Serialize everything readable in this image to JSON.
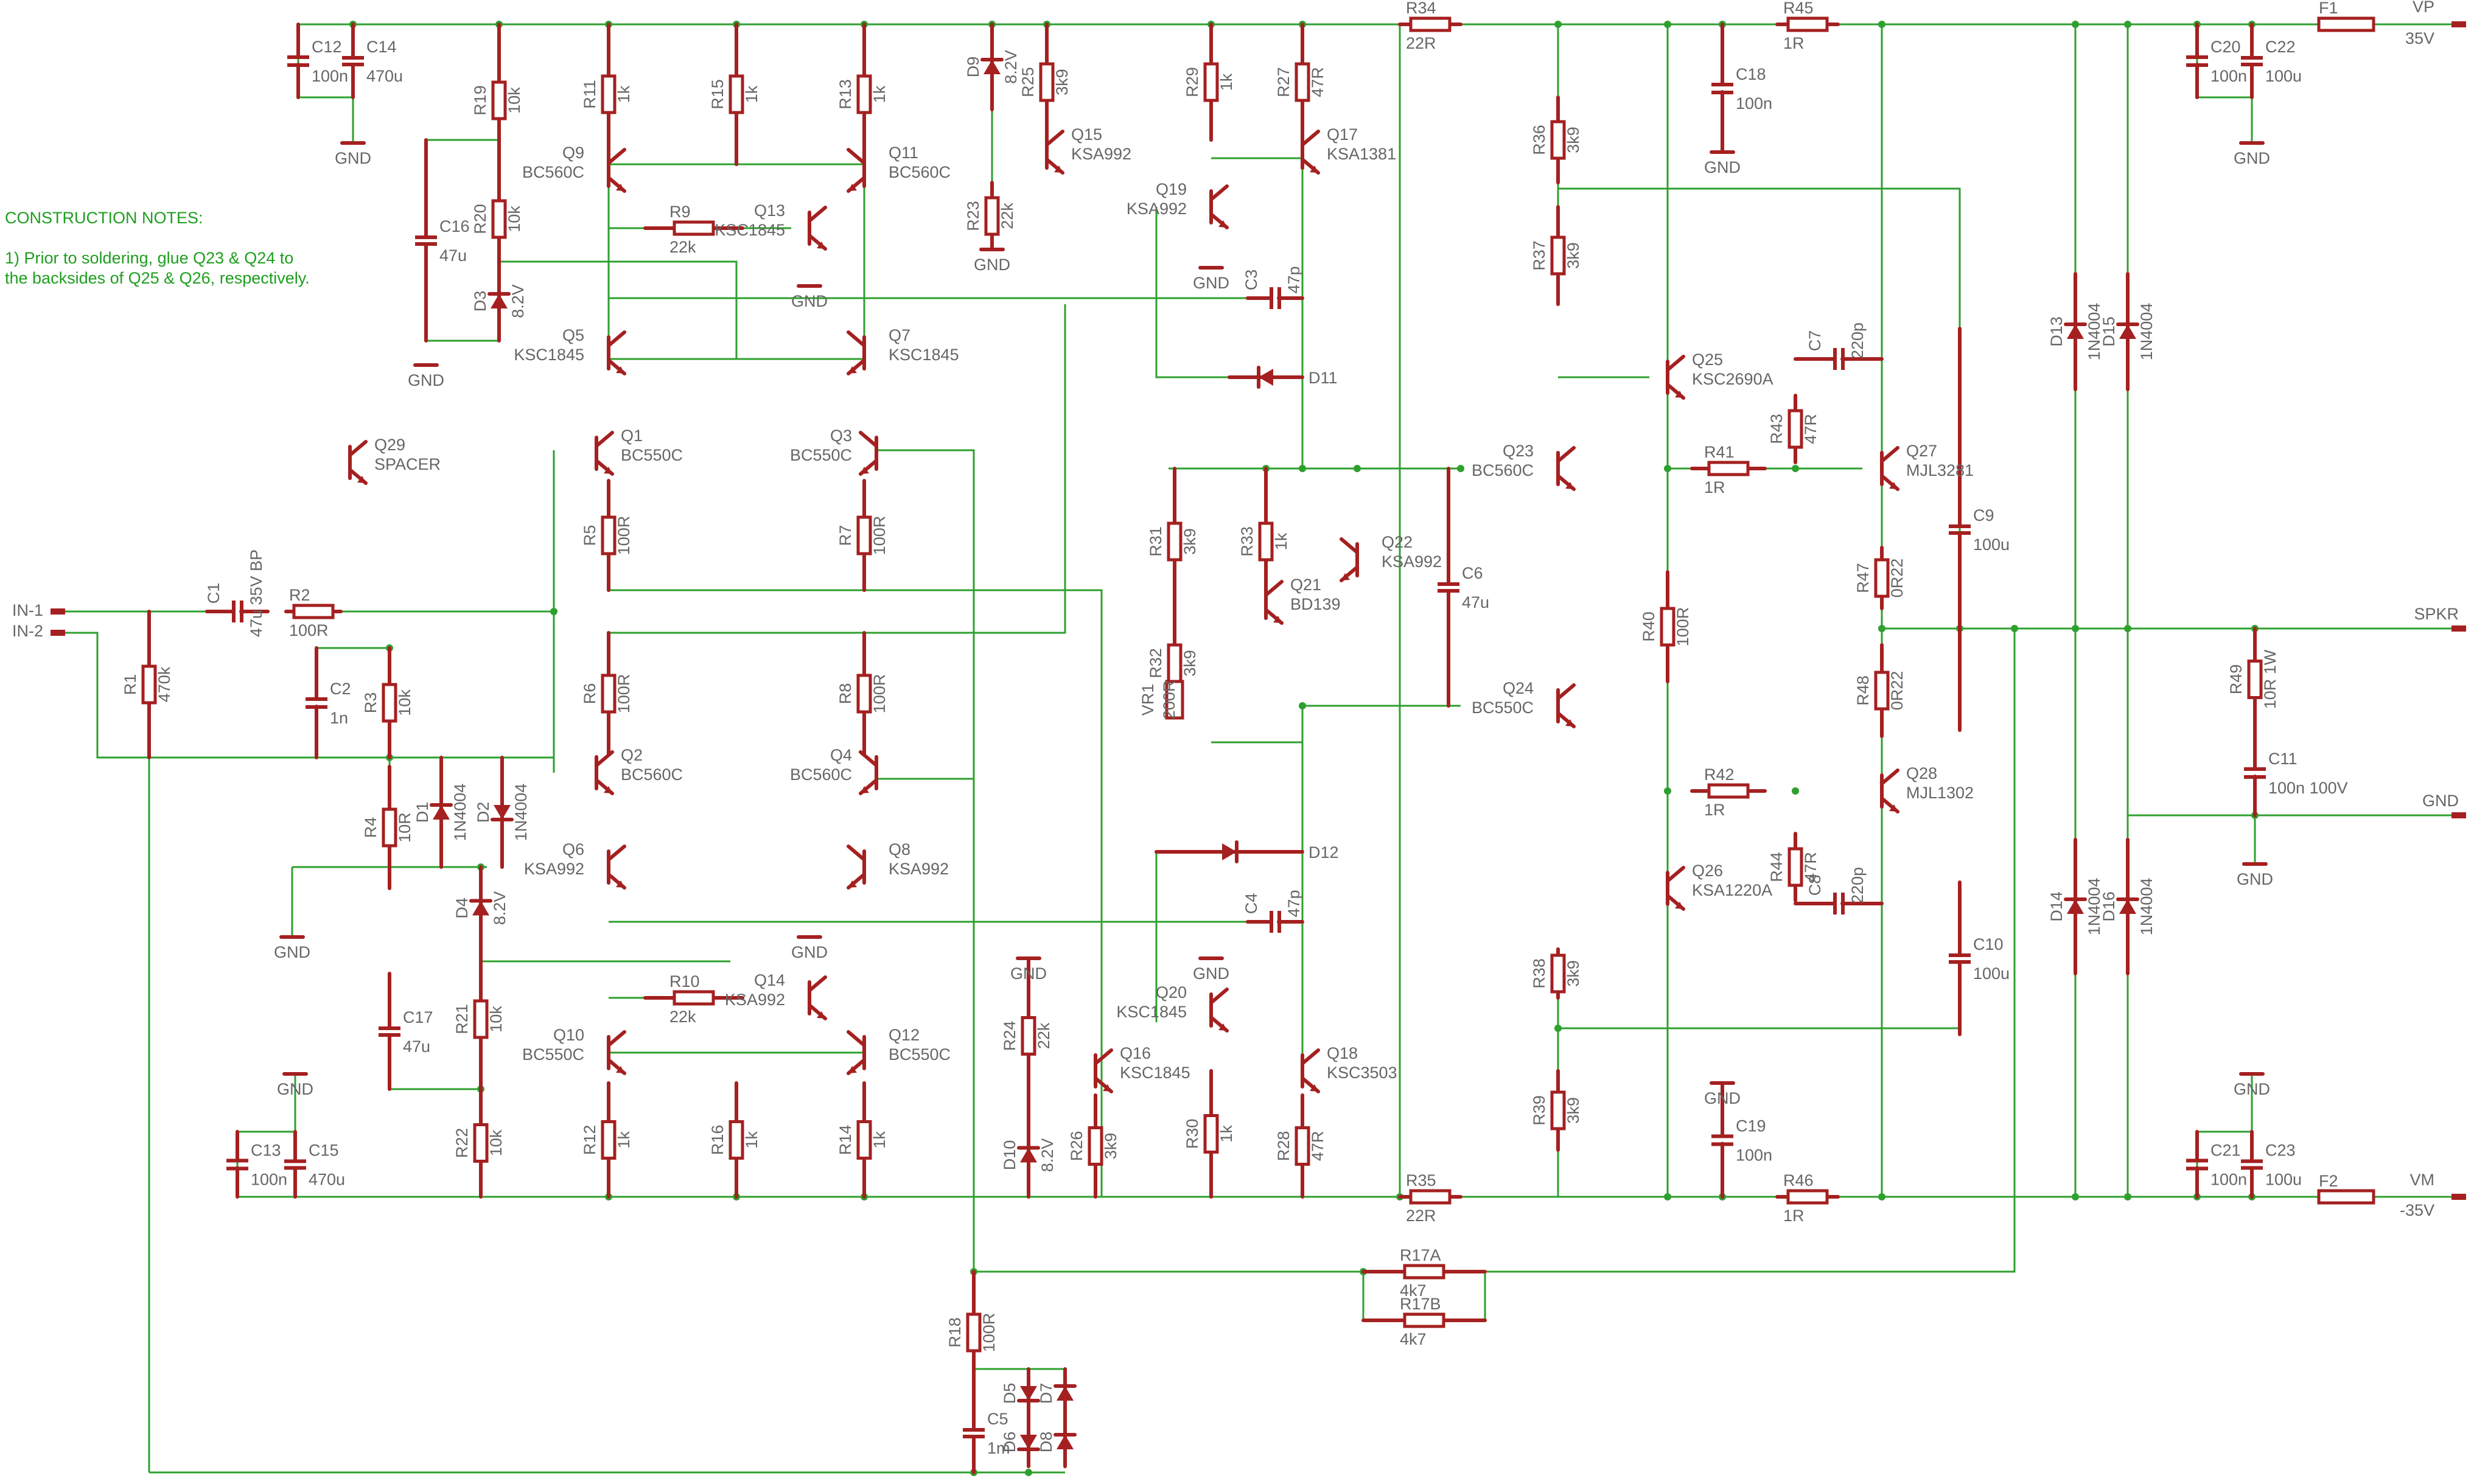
{
  "notes": {
    "title": "CONSTRUCTION NOTES:",
    "line1": "1)  Prior to soldering, glue Q23 & Q24 to",
    "line2": "the backsides of Q25 & Q26, respectively."
  },
  "colors": {
    "wire": "#2ea02e",
    "symbol": "#a52020",
    "label": "#666666",
    "note": "#1e9e1e"
  },
  "ports": [
    {
      "name": "IN-1"
    },
    {
      "name": "IN-2"
    },
    {
      "name": "VP",
      "value": "35V"
    },
    {
      "name": "VM",
      "value": "-35V"
    },
    {
      "name": "SPKR"
    },
    {
      "name": "GND"
    }
  ],
  "resistors": [
    {
      "ref": "R1",
      "value": "470k"
    },
    {
      "ref": "R2",
      "value": "100R"
    },
    {
      "ref": "R3",
      "value": "10k"
    },
    {
      "ref": "R4",
      "value": "10R"
    },
    {
      "ref": "R5",
      "value": "100R"
    },
    {
      "ref": "R6",
      "value": "100R"
    },
    {
      "ref": "R7",
      "value": "100R"
    },
    {
      "ref": "R8",
      "value": "100R"
    },
    {
      "ref": "R9",
      "value": "22k"
    },
    {
      "ref": "R10",
      "value": "22k"
    },
    {
      "ref": "R11",
      "value": "1k"
    },
    {
      "ref": "R12",
      "value": "1k"
    },
    {
      "ref": "R13",
      "value": "1k"
    },
    {
      "ref": "R14",
      "value": "1k"
    },
    {
      "ref": "R15",
      "value": "1k"
    },
    {
      "ref": "R16",
      "value": "1k"
    },
    {
      "ref": "R17A",
      "value": "4k7"
    },
    {
      "ref": "R17B",
      "value": "4k7"
    },
    {
      "ref": "R18",
      "value": "100R"
    },
    {
      "ref": "R19",
      "value": "10k"
    },
    {
      "ref": "R20",
      "value": "10k"
    },
    {
      "ref": "R21",
      "value": "10k"
    },
    {
      "ref": "R22",
      "value": "10k"
    },
    {
      "ref": "R23",
      "value": "22k"
    },
    {
      "ref": "R24",
      "value": "22k"
    },
    {
      "ref": "R25",
      "value": "3k9"
    },
    {
      "ref": "R26",
      "value": "3k9"
    },
    {
      "ref": "R27",
      "value": "47R"
    },
    {
      "ref": "R28",
      "value": "47R"
    },
    {
      "ref": "R29",
      "value": "1k"
    },
    {
      "ref": "R30",
      "value": "1k"
    },
    {
      "ref": "R31",
      "value": "3k9"
    },
    {
      "ref": "R32",
      "value": "3k9"
    },
    {
      "ref": "R33",
      "value": "1k"
    },
    {
      "ref": "R34",
      "value": "22R"
    },
    {
      "ref": "R35",
      "value": "22R"
    },
    {
      "ref": "R36",
      "value": "3k9"
    },
    {
      "ref": "R37",
      "value": "3k9"
    },
    {
      "ref": "R38",
      "value": "3k9"
    },
    {
      "ref": "R39",
      "value": "3k9"
    },
    {
      "ref": "R40",
      "value": "100R"
    },
    {
      "ref": "R41",
      "value": "1R"
    },
    {
      "ref": "R42",
      "value": "1R"
    },
    {
      "ref": "R43",
      "value": "47R"
    },
    {
      "ref": "R44",
      "value": "47R"
    },
    {
      "ref": "R45",
      "value": "1R"
    },
    {
      "ref": "R46",
      "value": "1R"
    },
    {
      "ref": "R47",
      "value": "0R22"
    },
    {
      "ref": "R48",
      "value": "0R22"
    },
    {
      "ref": "R49",
      "value": "10R 1W"
    },
    {
      "ref": "VR1",
      "value": "200R"
    }
  ],
  "capacitors": [
    {
      "ref": "C1",
      "value": "47u 35V BP"
    },
    {
      "ref": "C2",
      "value": "1n"
    },
    {
      "ref": "C3",
      "value": "47p"
    },
    {
      "ref": "C4",
      "value": "47p"
    },
    {
      "ref": "C5",
      "value": "1m"
    },
    {
      "ref": "C6",
      "value": "47u"
    },
    {
      "ref": "C7",
      "value": "220p"
    },
    {
      "ref": "C8",
      "value": "220p"
    },
    {
      "ref": "C9",
      "value": "100u"
    },
    {
      "ref": "C10",
      "value": "100u"
    },
    {
      "ref": "C11",
      "value": "100n 100V"
    },
    {
      "ref": "C12",
      "value": "100n"
    },
    {
      "ref": "C13",
      "value": "100n"
    },
    {
      "ref": "C14",
      "value": "470u"
    },
    {
      "ref": "C15",
      "value": "470u"
    },
    {
      "ref": "C16",
      "value": "47u"
    },
    {
      "ref": "C17",
      "value": "47u"
    },
    {
      "ref": "C18",
      "value": "100n"
    },
    {
      "ref": "C19",
      "value": "100n"
    },
    {
      "ref": "C20",
      "value": "100n"
    },
    {
      "ref": "C21",
      "value": "100n"
    },
    {
      "ref": "C22",
      "value": "100u"
    },
    {
      "ref": "C23",
      "value": "100u"
    }
  ],
  "transistors": [
    {
      "ref": "Q1",
      "value": "BC550C"
    },
    {
      "ref": "Q2",
      "value": "BC560C"
    },
    {
      "ref": "Q3",
      "value": "BC550C"
    },
    {
      "ref": "Q4",
      "value": "BC560C"
    },
    {
      "ref": "Q5",
      "value": "KSC1845"
    },
    {
      "ref": "Q6",
      "value": "KSA992"
    },
    {
      "ref": "Q7",
      "value": "KSC1845"
    },
    {
      "ref": "Q8",
      "value": "KSA992"
    },
    {
      "ref": "Q9",
      "value": "BC560C"
    },
    {
      "ref": "Q10",
      "value": "BC550C"
    },
    {
      "ref": "Q11",
      "value": "BC560C"
    },
    {
      "ref": "Q12",
      "value": "BC550C"
    },
    {
      "ref": "Q13",
      "value": "KSC1845"
    },
    {
      "ref": "Q14",
      "value": "KSA992"
    },
    {
      "ref": "Q15",
      "value": "KSA992"
    },
    {
      "ref": "Q16",
      "value": "KSC1845"
    },
    {
      "ref": "Q17",
      "value": "KSA1381"
    },
    {
      "ref": "Q18",
      "value": "KSC3503"
    },
    {
      "ref": "Q19",
      "value": "KSA992"
    },
    {
      "ref": "Q20",
      "value": "KSC1845"
    },
    {
      "ref": "Q21",
      "value": "BD139"
    },
    {
      "ref": "Q22",
      "value": "KSA992"
    },
    {
      "ref": "Q23",
      "value": "BC560C"
    },
    {
      "ref": "Q24",
      "value": "BC550C"
    },
    {
      "ref": "Q25",
      "value": "KSC2690A"
    },
    {
      "ref": "Q26",
      "value": "KSA1220A"
    },
    {
      "ref": "Q27",
      "value": "MJL3281"
    },
    {
      "ref": "Q28",
      "value": "MJL1302"
    },
    {
      "ref": "Q29",
      "value": "SPACER"
    }
  ],
  "diodes": [
    {
      "ref": "D1",
      "value": "1N4004"
    },
    {
      "ref": "D2",
      "value": "1N4004"
    },
    {
      "ref": "D3",
      "value": "8.2V"
    },
    {
      "ref": "D4",
      "value": "8.2V"
    },
    {
      "ref": "D5",
      "value": ""
    },
    {
      "ref": "D6",
      "value": ""
    },
    {
      "ref": "D7",
      "value": ""
    },
    {
      "ref": "D8",
      "value": ""
    },
    {
      "ref": "D9",
      "value": "8.2V"
    },
    {
      "ref": "D10",
      "value": "8.2V"
    },
    {
      "ref": "D11",
      "value": ""
    },
    {
      "ref": "D12",
      "value": ""
    },
    {
      "ref": "D13",
      "value": "1N4004"
    },
    {
      "ref": "D14",
      "value": "1N4004"
    },
    {
      "ref": "D15",
      "value": "1N4004"
    },
    {
      "ref": "D16",
      "value": "1N4004"
    }
  ],
  "fuses": [
    {
      "ref": "F1"
    },
    {
      "ref": "F2"
    }
  ],
  "misc_labels": [
    "GND",
    "GND",
    "GND",
    "GND",
    "GND",
    "GND",
    "GND",
    "GND",
    "GND",
    "GND",
    "GND",
    "GND",
    "GND",
    "GND",
    "GND",
    "GND",
    "GND"
  ]
}
